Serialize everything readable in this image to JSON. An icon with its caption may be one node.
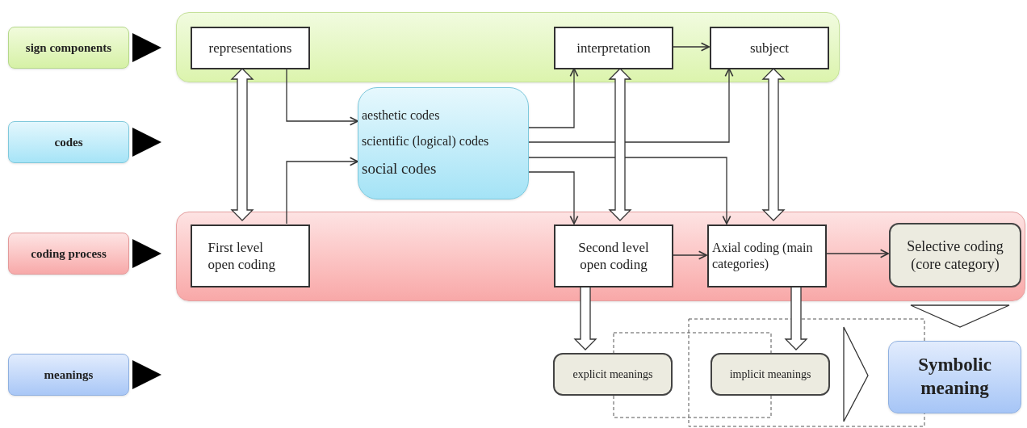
{
  "diagram": {
    "nodes": [
      {
        "text": [
          "sign components"
        ]
      },
      {
        "text": [
          "codes"
        ]
      },
      {
        "text": [
          "coding process"
        ]
      },
      {
        "text": [
          "meanings"
        ]
      },
      {
        "text": [],
        "shape": "box"
      },
      {
        "text": [
          "representations"
        ],
        "in": 4
      },
      {
        "text": [
          "interpretation"
        ],
        "in": 4
      },
      {
        "text": [
          "subject"
        ],
        "in": 4
      },
      {
        "text": [
          "aesthetic codes",
          "scientific (logical) codes",
          "social codes"
        ]
      },
      {
        "text": [],
        "shape": "box"
      },
      {
        "text": [
          "First level open coding"
        ],
        "in": 9
      },
      {
        "text": [
          "Second level open coding"
        ],
        "in": 9
      },
      {
        "text": [
          "Axial coding (main categories)"
        ],
        "in": 9
      },
      {
        "text": [
          "Selective coding (core category)"
        ],
        "in": 9
      },
      {
        "text": [
          "explicit meanings"
        ]
      },
      {
        "text": [
          "implicit meanings"
        ]
      },
      {
        "text": [
          "Symbolic meaning"
        ]
      }
    ],
    "edges": [
      {
        "from": 0,
        "to": null,
        "arrow": "to"
      },
      {
        "from": 1,
        "to": null,
        "arrow": "to"
      },
      {
        "from": 2,
        "to": null,
        "arrow": "to"
      },
      {
        "from": 3,
        "to": null,
        "arrow": "to"
      },
      {
        "from": 5,
        "to": 8,
        "arrow": "to"
      },
      {
        "from": 10,
        "to": 8,
        "arrow": "to"
      },
      {
        "from": 5,
        "to": 10,
        "arrow": "both",
        "style": "thick"
      },
      {
        "from": 8,
        "to": 6,
        "arrow": "to"
      },
      {
        "from": 8,
        "to": 7,
        "arrow": "to"
      },
      {
        "from": 8,
        "to": 12,
        "arrow": "to"
      },
      {
        "from": 8,
        "to": 11,
        "arrow": "to"
      },
      {
        "from": 6,
        "to": 11,
        "arrow": "both",
        "style": "thick"
      },
      {
        "from": 7,
        "to": 12,
        "arrow": "both",
        "style": "thick"
      },
      {
        "from": 6,
        "to": 7,
        "arrow": "to"
      },
      {
        "from": 11,
        "to": 12,
        "arrow": "to"
      },
      {
        "from": 12,
        "to": 13,
        "arrow": "to"
      },
      {
        "from": 11,
        "to": 14,
        "arrow": "to",
        "style": "thick"
      },
      {
        "from": 12,
        "to": 15,
        "arrow": "to",
        "style": "thick"
      },
      {
        "from": 13,
        "to": 16,
        "arrow": "to",
        "style": "thick"
      },
      {
        "from": 15,
        "to": 16,
        "arrow": "to",
        "style": "thick"
      }
    ]
  }
}
